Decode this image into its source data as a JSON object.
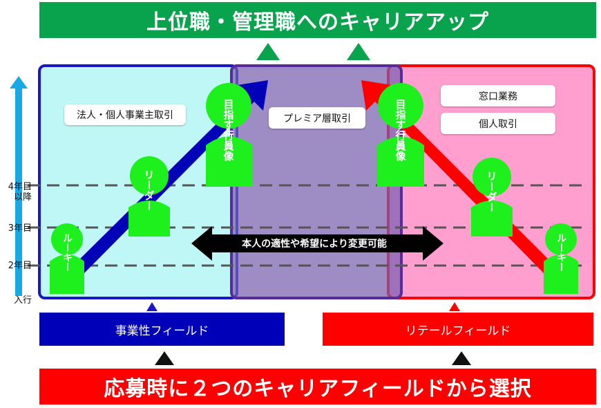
{
  "top_banner": "上位職・管理職へのキャリアアップ",
  "bottom_banner": "応募時に２つのキャリアフィールドから選択",
  "fields": {
    "business": "事業性フィールド",
    "retail": "リテールフィールド"
  },
  "labels": {
    "corporate": "法人・個人事業主取引",
    "premier": "プレミア層取引",
    "window": "窓口業務",
    "personal": "個人取引"
  },
  "axis": {
    "year4_line1": "4年目",
    "year4_line2": "以降",
    "year3": "3年目",
    "year2": "2年目",
    "entry": "入行"
  },
  "figures": {
    "rookie": "ルーキー",
    "leader": "リーダー",
    "target": "目指す行員像"
  },
  "change_arrow": "本人の適性や希望により変更可能",
  "colors": {
    "green": "#0aa34d",
    "figure_green": "#1df01d",
    "blue": "#0000b8",
    "red": "#ff0000",
    "cyan": "#bff7f7",
    "pink": "#ff9fcf",
    "purple": "#7a5fb0"
  }
}
